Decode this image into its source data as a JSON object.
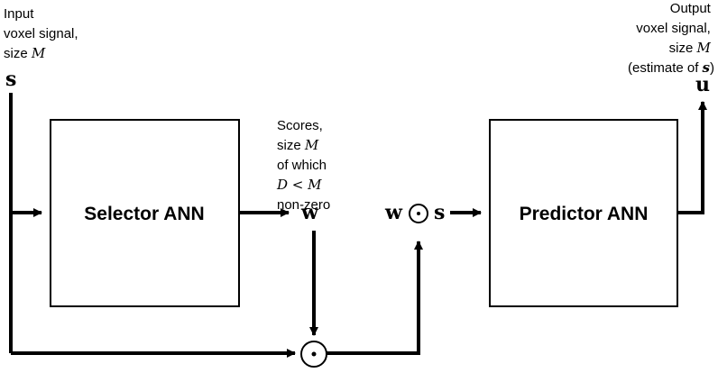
{
  "input_label": {
    "line1": "Input",
    "line2": "voxel signal,",
    "line3_prefix": "size ",
    "line3_var": "M"
  },
  "input_symbol": "s",
  "output_label": {
    "line1": "Output",
    "line2": "voxel signal,",
    "line3_prefix": "size ",
    "line3_var": "M",
    "line4_prefix": "(estimate of ",
    "line4_var": "s",
    "line4_suffix": ")"
  },
  "output_symbol": "u",
  "scores_label": {
    "line1": "Scores,",
    "line2_prefix": "size ",
    "line2_var": "M",
    "line3": "of which",
    "line4": "D < M",
    "line5": "non-zero"
  },
  "selector_box": {
    "label": "Selector ANN"
  },
  "predictor_box": {
    "label": "Predictor ANN"
  },
  "weights_symbol": "w",
  "product_expression": {
    "left": "w",
    "operator": "⊙",
    "right": "s"
  },
  "multiply_node": {
    "operator": "⊙"
  }
}
